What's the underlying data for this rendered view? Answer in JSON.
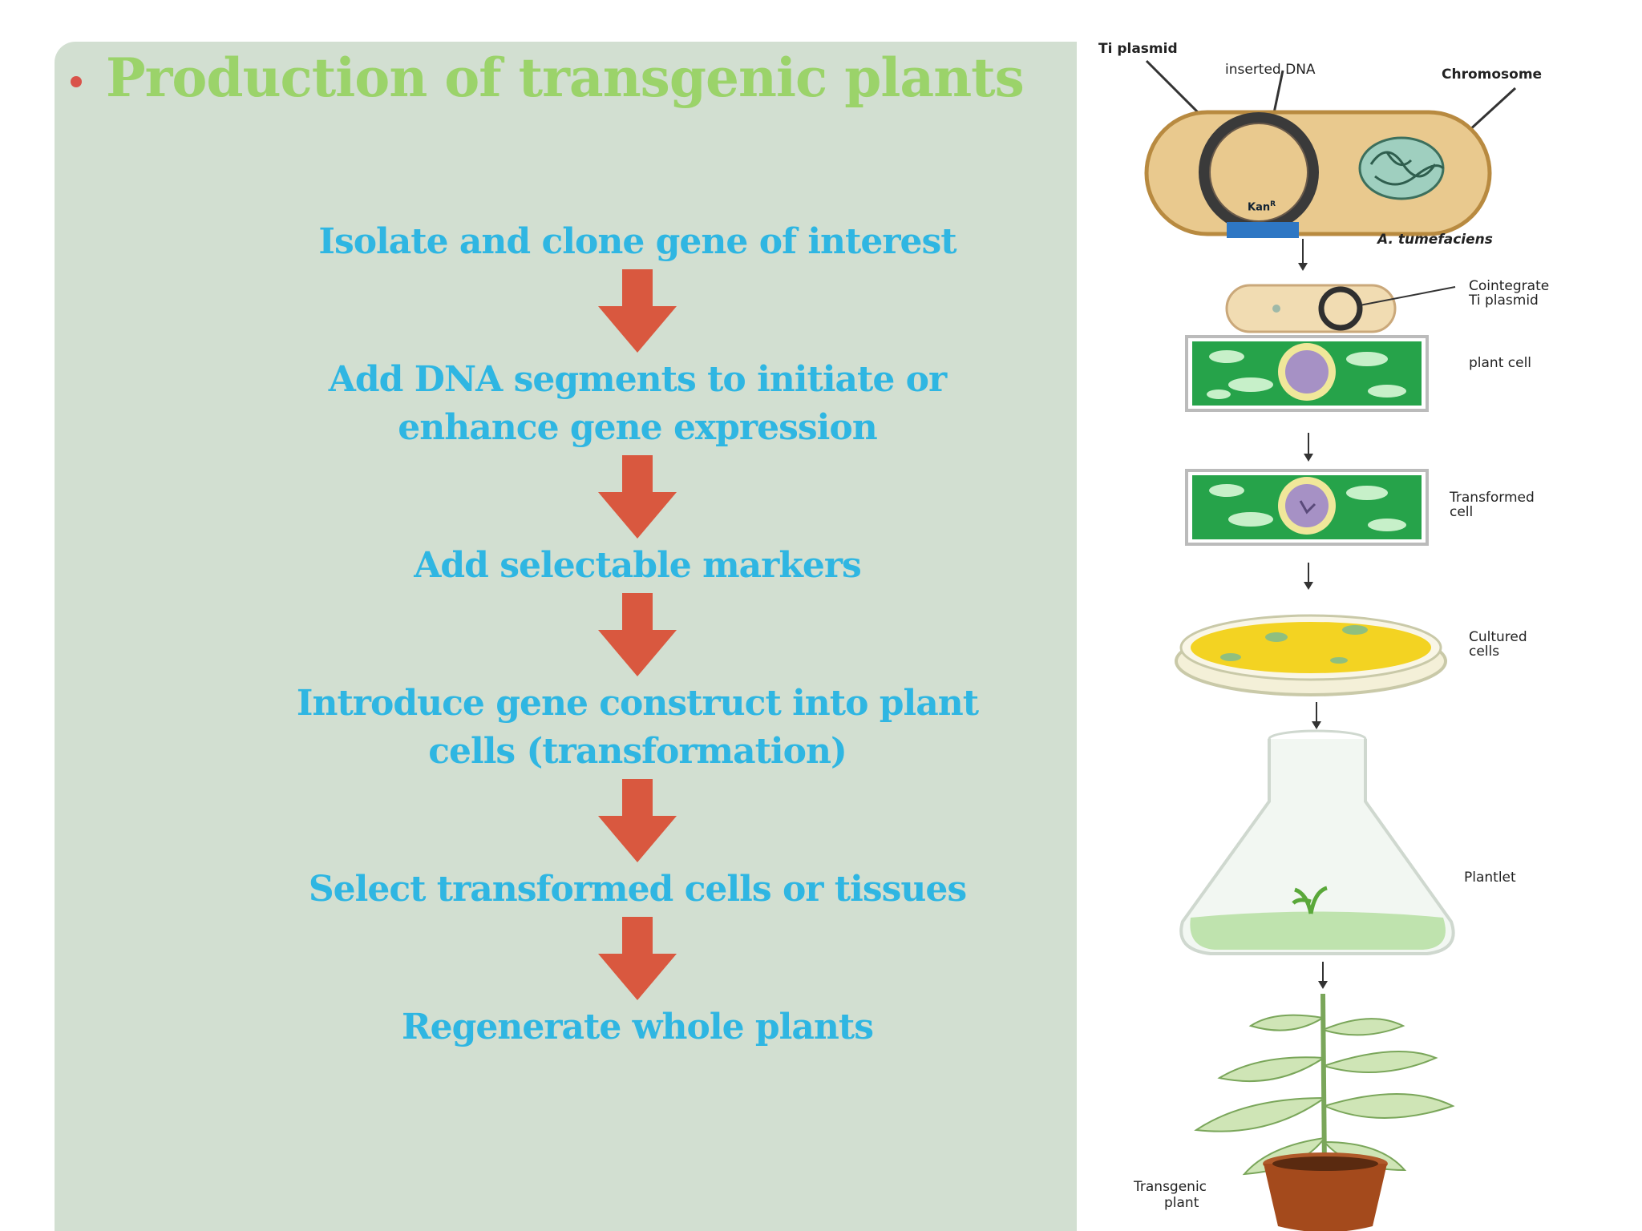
{
  "slide": {
    "title": "Production of transgenic plants",
    "colors": {
      "panel": "#d2dfd1",
      "title": "#9bd36a",
      "steps": "#2fb6e2",
      "arrows": "#d9583f",
      "bullet": "#d9534a"
    }
  },
  "steps": [
    {
      "line1": "Isolate and clone gene of interest",
      "line2": ""
    },
    {
      "line1": "Add DNA segments to initiate or",
      "line2": "enhance gene expression"
    },
    {
      "line1": "Add selectable markers",
      "line2": ""
    },
    {
      "line1": "Introduce gene construct  into plant",
      "line2": "cells (transformation)"
    },
    {
      "line1": "Select transformed cells or tissues",
      "line2": ""
    },
    {
      "line1": "Regenerate whole plants",
      "line2": ""
    }
  ],
  "figure": {
    "ti_plasmid": "Ti plasmid",
    "inserted_dna": "inserted DNA",
    "chromosome": "Chromosome",
    "marker": "Kan",
    "marker_sup": "R",
    "organism": "A. tumefaciens",
    "cointegrate_1": "Cointegrate",
    "cointegrate_2": "Ti plasmid",
    "plant_cell": "plant cell",
    "transformed_1": "Transformed",
    "transformed_2": "cell",
    "cultured_1": "Cultured",
    "cultured_2": "cells",
    "plantlet": "Plantlet",
    "transgenic_1": "Transgenic",
    "transgenic_2": "plant"
  }
}
